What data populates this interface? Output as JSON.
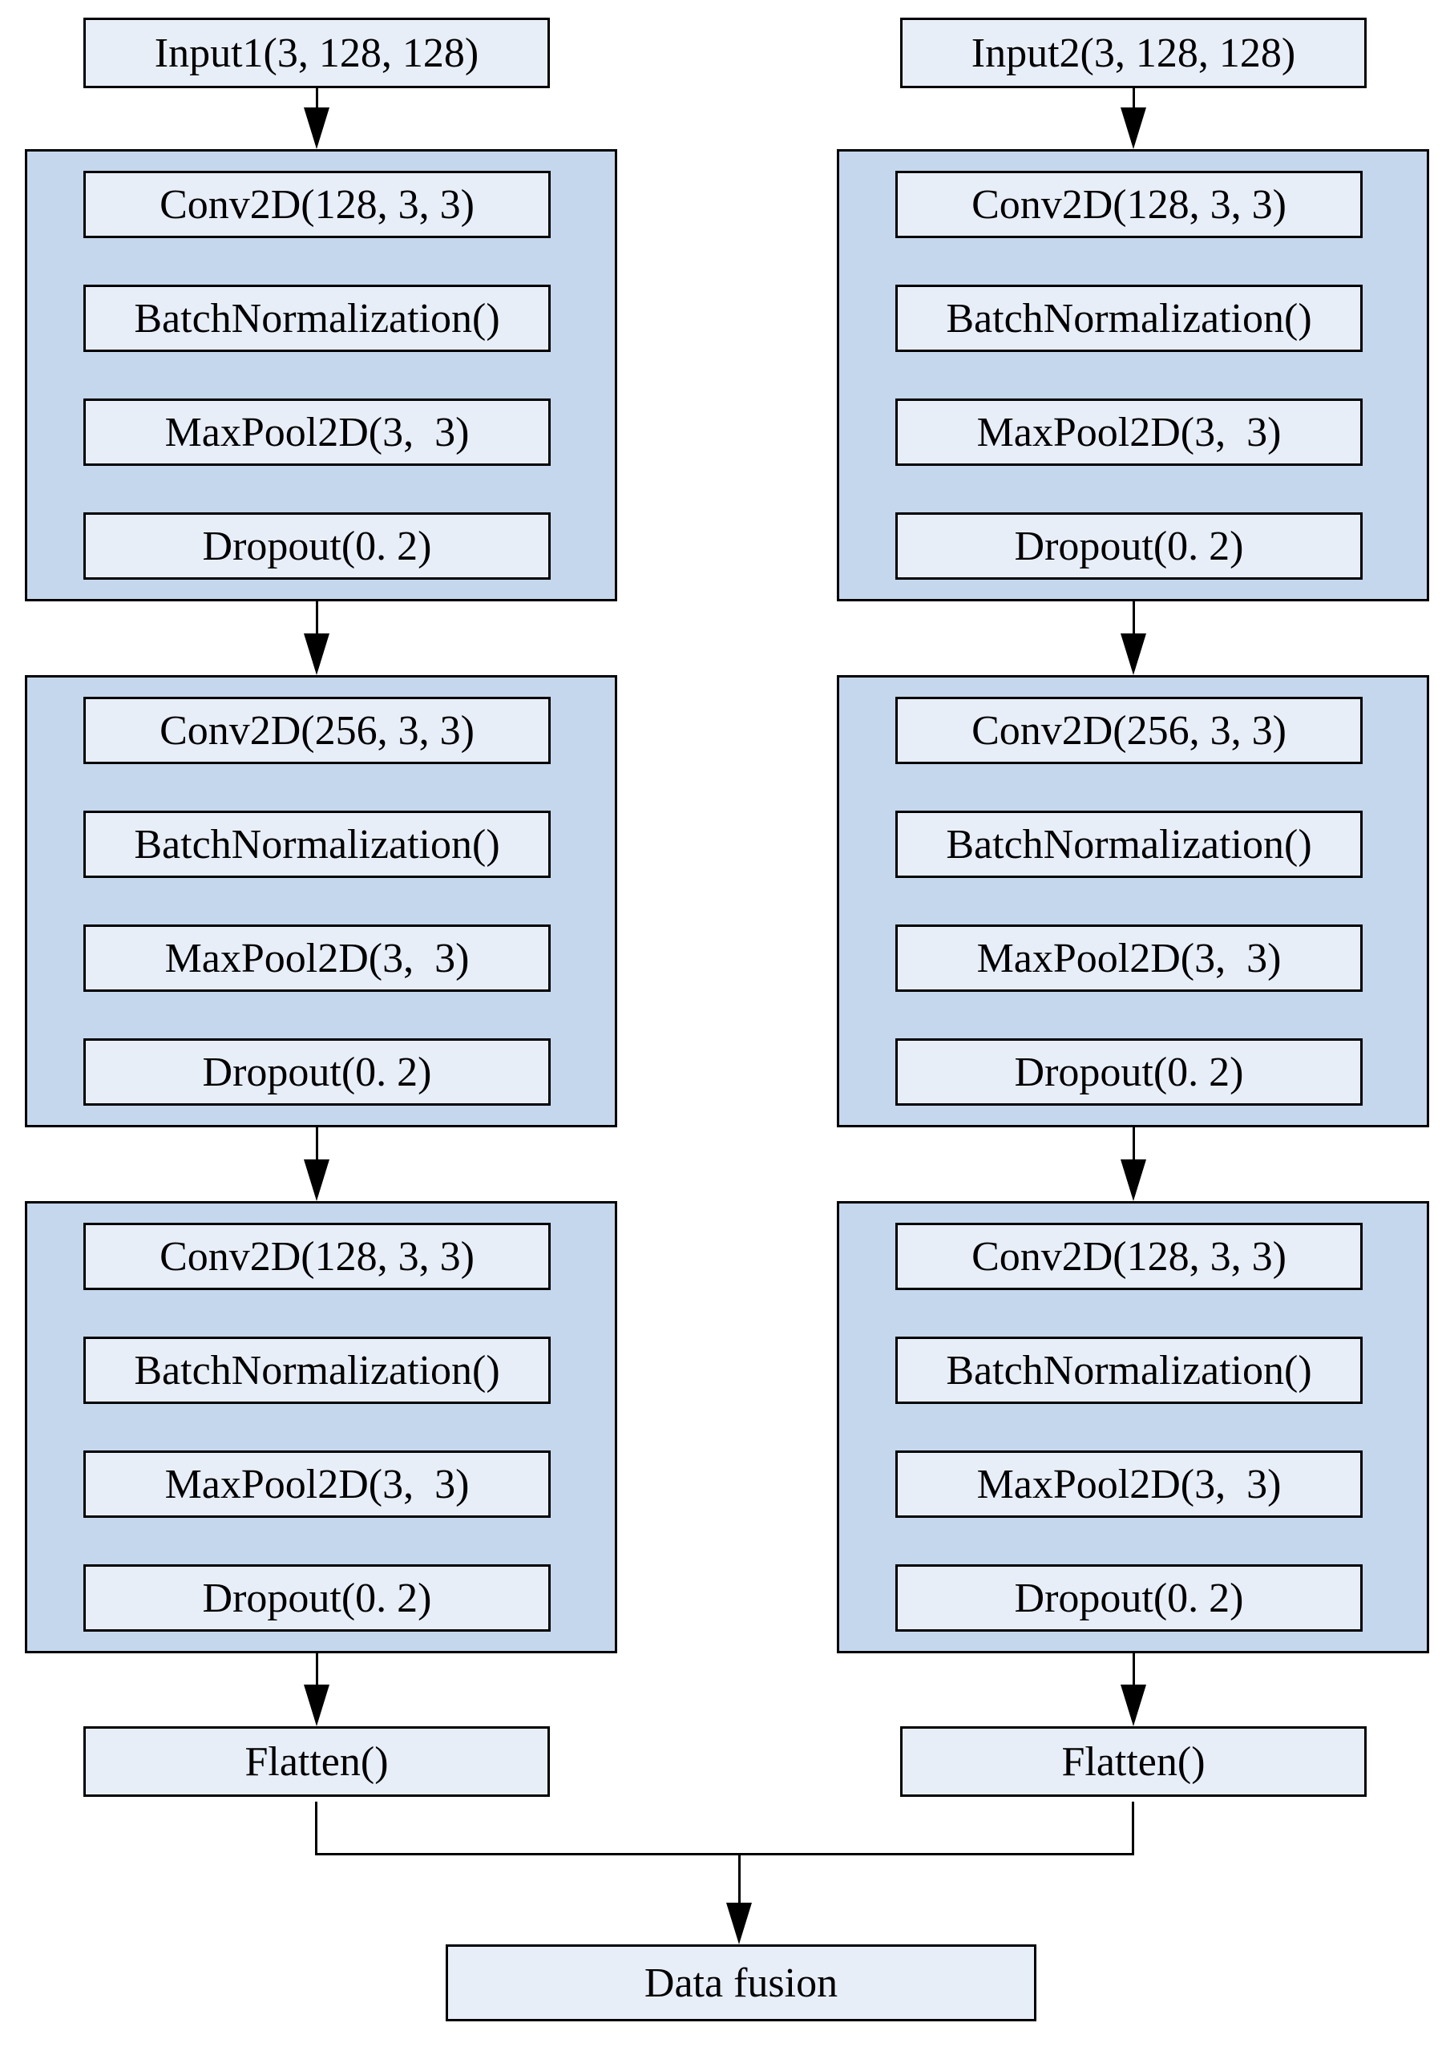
{
  "diagram": {
    "type": "neural-network-architecture-flowchart",
    "columns": [
      {
        "input_label": "Input1(3, 128, 128)",
        "blocks": [
          {
            "layers": [
              "Conv2D(128, 3, 3)",
              "BatchNormalization()",
              "MaxPool2D(3,  3)",
              "Dropout(0. 2)"
            ]
          },
          {
            "layers": [
              "Conv2D(256, 3, 3)",
              "BatchNormalization()",
              "MaxPool2D(3,  3)",
              "Dropout(0. 2)"
            ]
          },
          {
            "layers": [
              "Conv2D(128, 3, 3)",
              "BatchNormalization()",
              "MaxPool2D(3,  3)",
              "Dropout(0. 2)"
            ]
          }
        ],
        "flatten_label": "Flatten()"
      },
      {
        "input_label": "Input2(3, 128, 128)",
        "blocks": [
          {
            "layers": [
              "Conv2D(128, 3, 3)",
              "BatchNormalization()",
              "MaxPool2D(3,  3)",
              "Dropout(0. 2)"
            ]
          },
          {
            "layers": [
              "Conv2D(256, 3, 3)",
              "BatchNormalization()",
              "MaxPool2D(3,  3)",
              "Dropout(0. 2)"
            ]
          },
          {
            "layers": [
              "Conv2D(128, 3, 3)",
              "BatchNormalization()",
              "MaxPool2D(3,  3)",
              "Dropout(0. 2)"
            ]
          }
        ],
        "flatten_label": "Flatten()"
      }
    ],
    "fusion_label": "Data fusion",
    "colors": {
      "background": "#ffffff",
      "container_fill": "#c5d7ed",
      "box_fill": "#e8eef8",
      "border": "#000000",
      "line": "#000000"
    }
  }
}
